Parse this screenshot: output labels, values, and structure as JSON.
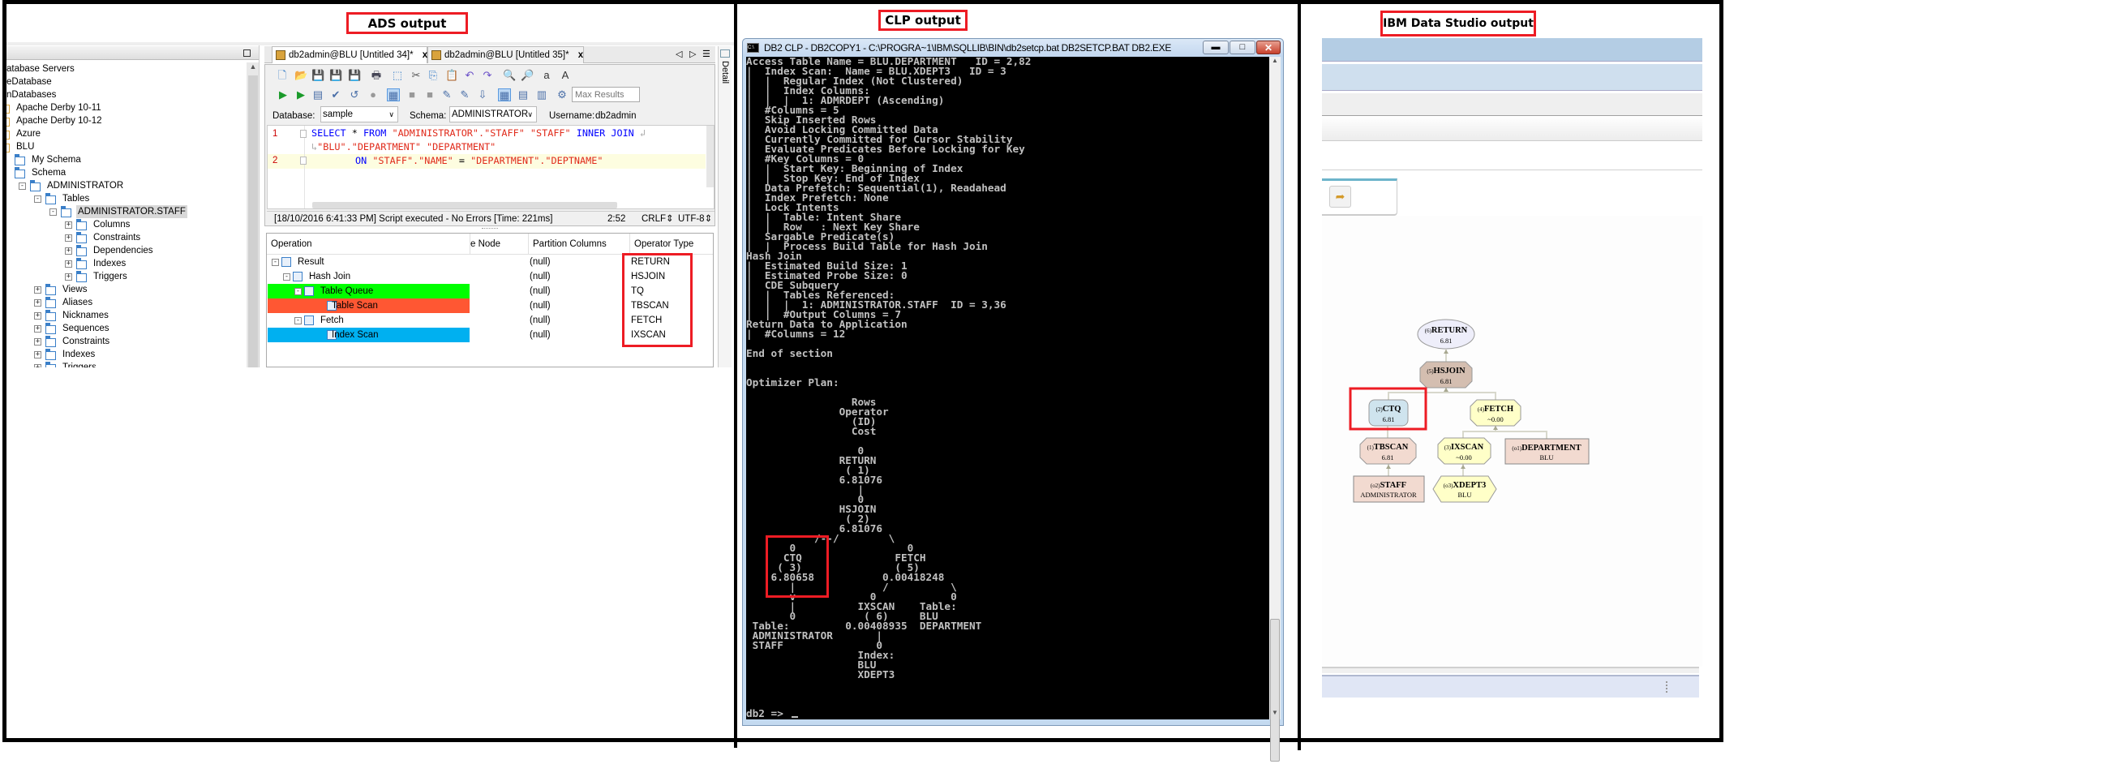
{
  "captions": {
    "ads": "ADS output",
    "clp": "CLP output",
    "ids": "IBM Data Studio output"
  },
  "ads": {
    "tree": [
      {
        "label": "atabase Servers",
        "depth": 0
      },
      {
        "label": "eDatabase",
        "depth": 0
      },
      {
        "label": "nDatabases",
        "depth": 0
      },
      {
        "label": "Apache Derby 10-11",
        "depth": 1
      },
      {
        "label": "Apache Derby 10-12",
        "depth": 1
      },
      {
        "label": "Azure",
        "depth": 1
      },
      {
        "label": "BLU",
        "depth": 1
      },
      {
        "label": "My Schema",
        "depth": 2
      },
      {
        "label": "Schema",
        "depth": 2
      },
      {
        "label": "ADMINISTRATOR",
        "depth": 3,
        "expander": "-"
      },
      {
        "label": "Tables",
        "depth": 4,
        "expander": "-"
      },
      {
        "label": "ADMINISTRATOR.STAFF",
        "depth": 5,
        "expander": "-",
        "selected": true
      },
      {
        "label": "Columns",
        "depth": 6,
        "expander": "+"
      },
      {
        "label": "Constraints",
        "depth": 6,
        "expander": "+"
      },
      {
        "label": "Dependencies",
        "depth": 6,
        "expander": "+"
      },
      {
        "label": "Indexes",
        "depth": 6,
        "expander": "+"
      },
      {
        "label": "Triggers",
        "depth": 6,
        "expander": "+"
      },
      {
        "label": "Views",
        "depth": 4,
        "expander": "+"
      },
      {
        "label": "Aliases",
        "depth": 4,
        "expander": "+"
      },
      {
        "label": "Nicknames",
        "depth": 4,
        "expander": "+"
      },
      {
        "label": "Sequences",
        "depth": 4,
        "expander": "+"
      },
      {
        "label": "Constraints",
        "depth": 4,
        "expander": "+"
      },
      {
        "label": "Indexes",
        "depth": 4,
        "expander": "+"
      },
      {
        "label": "Triggers",
        "depth": 4,
        "expander": "+"
      }
    ],
    "tabs": [
      {
        "label": "db2admin@BLU [Untitled 34]*",
        "close": "x"
      },
      {
        "label": "db2admin@BLU [Untitled 35]*",
        "close": "x"
      }
    ],
    "side_panel_label": "Detail",
    "toolbar_row1": [
      "new-file-icon",
      "open-file-icon",
      "save-icon",
      "save-all-icon",
      "save-as-icon",
      "print-icon",
      "select-icon",
      "cut-icon",
      "copy-icon",
      "paste-icon",
      "undo-icon",
      "redo-icon",
      "find-icon",
      "find-replace-icon",
      "lowercase-icon",
      "uppercase-icon"
    ],
    "toolbar_row2": [
      "execute-icon",
      "run-icon",
      "execute-script-icon",
      "commit-icon",
      "rollback-icon",
      "stop-icon",
      "explain-icon",
      "disabled-icon",
      "disabled-icon-2",
      "debug-icon",
      "profile-icon",
      "import-icon",
      "grid-results-icon",
      "text-results-icon",
      "file-results-icon",
      "settings-icon"
    ],
    "max_results_placeholder": "Max Results",
    "database_label": "Database:",
    "database_value": "sample",
    "schema_label": "Schema:",
    "schema_value": "ADMINISTRATOR",
    "username_label": "Username:",
    "username_value": "db2admin",
    "sql": {
      "line_numbers": [
        "1",
        "2"
      ],
      "line1": {
        "kw1": "SELECT",
        "op": " * ",
        "kw2": "FROM",
        "s1": "\"ADMINISTRATOR\".\"STAFF\" \"STAFF\"",
        "kw3": "INNER JOIN"
      },
      "line1_wrap": "\"BLU\".\"DEPARTMENT\" \"DEPARTMENT\"",
      "line2": {
        "kw": "ON",
        "s1": "\"STAFF\".\"NAME\"",
        "op": " = ",
        "s2": "\"DEPARTMENT\".\"DEPTNAME\""
      }
    },
    "status": {
      "message": "[18/10/2016 6:41:33 PM] Script executed - No Errors [Time: 221ms]",
      "position": "2:52",
      "line_ending": "CRLF",
      "encoding": "UTF-8"
    },
    "grid": {
      "headers": [
        "Operation",
        "e Node",
        "Partition Columns",
        "Operator Type"
      ],
      "rows": [
        {
          "operation": "Result",
          "partition": "(null)",
          "type": "RETURN",
          "level": 0,
          "expander": "-",
          "highlight": ""
        },
        {
          "operation": "Hash Join",
          "partition": "(null)",
          "type": "HSJOIN",
          "level": 1,
          "expander": "-",
          "highlight": ""
        },
        {
          "operation": "Table Queue",
          "partition": "(null)",
          "type": "TQ",
          "level": 2,
          "expander": "-",
          "highlight": "#00FF00"
        },
        {
          "operation": "Table Scan",
          "partition": "(null)",
          "type": "TBSCAN",
          "level": 3,
          "expander": "",
          "highlight": "#FF5733"
        },
        {
          "operation": "Fetch",
          "partition": "(null)",
          "type": "FETCH",
          "level": 2,
          "expander": "-",
          "highlight": ""
        },
        {
          "operation": "Index Scan",
          "partition": "(null)",
          "type": "IXSCAN",
          "level": 3,
          "expander": "",
          "highlight": "#00B0F0"
        }
      ]
    }
  },
  "clp": {
    "title": "DB2 CLP - DB2COPY1 - C:\\PROGRA~1\\IBM\\SQLLIB\\BIN\\db2setcp.bat  DB2SETCP.BAT DB2.EXE",
    "console_lines": [
      "Access Table Name = BLU.DEPARTMENT   ID = 2,82",
      "|  Index Scan:  Name = BLU.XDEPT3   ID = 3",
      "|  |  Regular Index (Not Clustered)",
      "|  |  Index Columns:",
      "|  |  |  1: ADMRDEPT (Ascending)",
      "|  #Columns = 5",
      "|  Skip Inserted Rows",
      "|  Avoid Locking Committed Data",
      "|  Currently Committed for Cursor Stability",
      "|  Evaluate Predicates Before Locking for Key",
      "|  #Key Columns = 0",
      "|  |  Start Key: Beginning of Index",
      "|  |  Stop Key: End of Index",
      "|  Data Prefetch: Sequential(1), Readahead",
      "|  Index Prefetch: None",
      "|  Lock Intents",
      "|  |  Table: Intent Share",
      "|  |  Row   : Next Key Share",
      "|  Sargable Predicate(s)",
      "|  |  Process Build Table for Hash Join",
      "Hash Join",
      "|  Estimated Build Size: 1",
      "|  Estimated Probe Size: 0",
      "|  CDE Subquery",
      "|  |  Tables Referenced:",
      "|  |  |  1: ADMINISTRATOR.STAFF  ID = 3,36",
      "|  |  #Output Columns = 7",
      "Return Data to Application",
      "|  #Columns = 12",
      "",
      "End of section",
      "",
      "",
      "Optimizer Plan:",
      "",
      "                 Rows",
      "               Operator",
      "                 (ID)",
      "                 Cost",
      "",
      "                  0",
      "               RETURN",
      "                ( 1)",
      "               6.81076",
      "                  |",
      "                  0",
      "               HSJOIN",
      "                ( 2)",
      "               6.81076",
      "           /--/        \\",
      "       0                  0",
      "      CTQ               FETCH",
      "     ( 3)               ( 5)",
      "    6.80658           0.00418248",
      "       |              /          \\",
      "       v            0            0",
      "       |          IXSCAN    Table:",
      "       0           ( 6)     BLU",
      " Table:         0.00408935  DEPARTMENT",
      " ADMINISTRATOR       |",
      " STAFF               0",
      "                  Index:",
      "                  BLU",
      "                  XDEPT3",
      "",
      "",
      "",
      "db2 => "
    ]
  },
  "ids": {
    "nodes": {
      "return": {
        "id": "(6)",
        "name": "RETURN",
        "value": "6.81"
      },
      "hsjoin": {
        "id": "(5)",
        "name": "HSJOIN",
        "value": "6.81"
      },
      "ctq": {
        "id": "(2)",
        "name": "CTQ",
        "value": "6.81"
      },
      "fetch": {
        "id": "(4)",
        "name": "FETCH",
        "value": "~0.00"
      },
      "tbscan": {
        "id": "(1)",
        "name": "TBSCAN",
        "value": "6.81"
      },
      "ixscan": {
        "id": "(3)",
        "name": "IXSCAN",
        "value": "~0.00"
      },
      "department": {
        "id": "(o1)",
        "name": "DEPARTMENT",
        "value": "BLU"
      },
      "staff": {
        "id": "(o2)",
        "name": "STAFF",
        "value": "ADMINISTRATOR"
      },
      "xdept3": {
        "id": "(o3)",
        "name": "XDEPT3",
        "value": "BLU"
      }
    }
  },
  "colors": {
    "highlight_box": "#ED1C24",
    "console_bg": "#000000",
    "console_fg": "#C0C0C0"
  }
}
